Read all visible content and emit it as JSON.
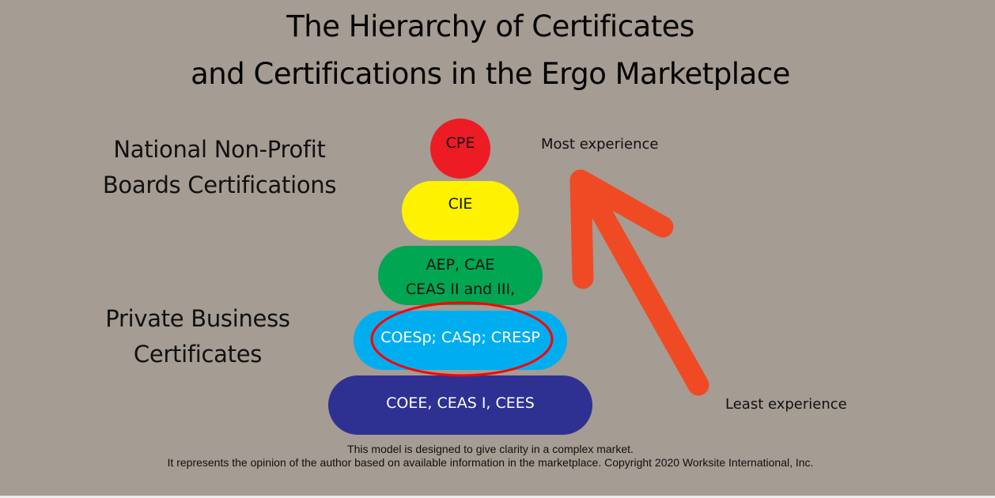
{
  "title": {
    "line1": "The Hierarchy of Certificates",
    "line2": "and Certifications in the Ergo Marketplace"
  },
  "categories": {
    "national": {
      "line1": "National Non-Profit",
      "line2": "Boards Certifications"
    },
    "private": {
      "line1": "Private Business",
      "line2": "Certificates"
    }
  },
  "tiers": [
    {
      "label": "CPE",
      "color": "#ed1c24"
    },
    {
      "label": "CIE",
      "color": "#fff200"
    },
    {
      "label_line1": "AEP, CAE",
      "label_line2": "CEAS II and III,",
      "color": "#00a651"
    },
    {
      "label": "COESp; CASp; CRESP",
      "color": "#00aeef",
      "highlight_ring_color": "#ff0000"
    },
    {
      "label": "COEE, CEAS I, CEES",
      "color": "#2e3192"
    }
  ],
  "arrow": {
    "top_label": "Most experience",
    "bottom_label": "Least experience",
    "color": "#f04a24",
    "icon": "arrow-up-left-icon"
  },
  "footer": {
    "line1": "This model is designed to give clarity in a complex market.",
    "line2": "It represents the opinion of the author based on available information in the marketplace.  Copyright 2020 Worksite International, Inc."
  },
  "colors": {
    "background": "#a59c93",
    "text": "#000000"
  }
}
